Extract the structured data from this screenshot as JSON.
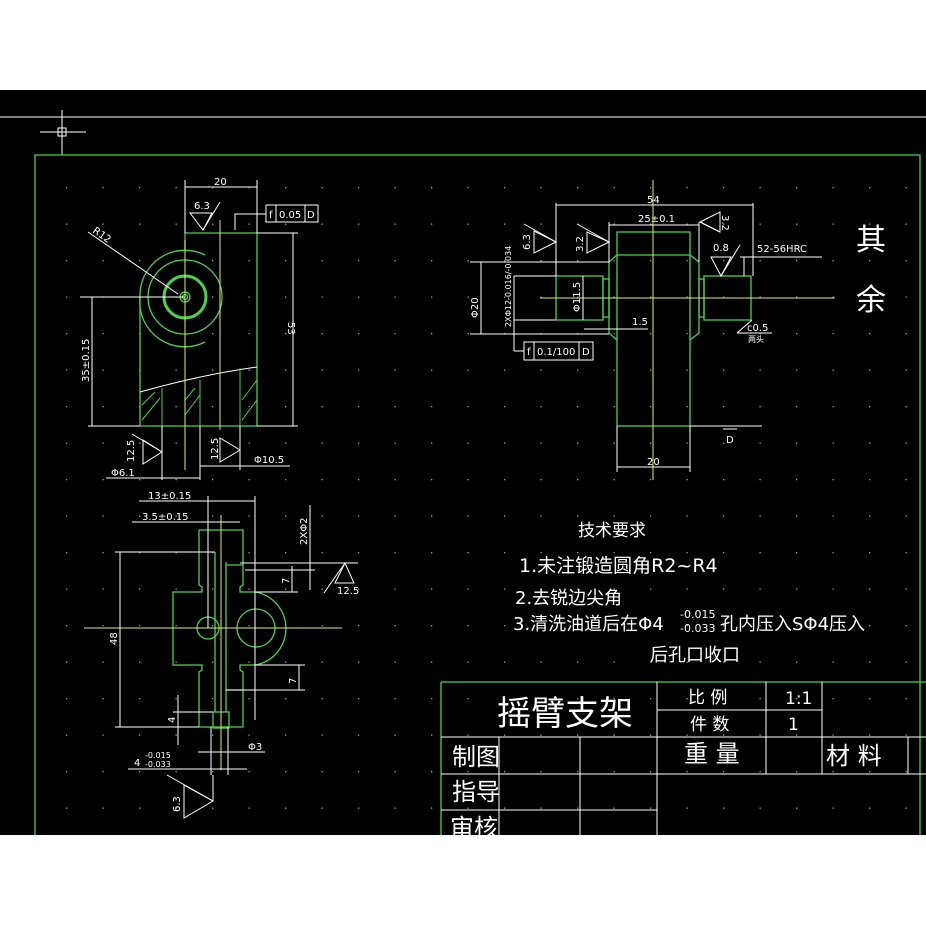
{
  "colors": {
    "background": "#000000",
    "border": "#4cd14c",
    "text": "#ffffff",
    "centerline": "#e8e86a"
  },
  "cursor_icon": "crosshair-icon",
  "view_top_left": {
    "dim_width": "20",
    "roughness_top": "6.3",
    "tolerance_frame": {
      "symbol": "f",
      "value": "0.05",
      "datum": "D"
    },
    "radius": "R12",
    "dim_height": "53",
    "dim_center_height": "35±0.15",
    "roughness_left": "12.5",
    "roughness_right": "12.5",
    "dia_small": "Φ6.1",
    "dia_large": "Φ10.5"
  },
  "view_top_right": {
    "dim_overall": "54",
    "dim_body": "25±0.1",
    "roughness_1": "6.3",
    "roughness_2": "3.2",
    "roughness_3": "3.2",
    "roughness_4": "0.8",
    "hardness": "52-56HRC",
    "dia_outer": "Φ20",
    "dia_shaft": "2XΦ12-0.016/-0.034",
    "dia_inner": "Φ11.5",
    "dim_step": "1.5",
    "chamfer": "c0.5",
    "chamfer_note": "两头",
    "tolerance_frame": {
      "symbol": "f",
      "value": "0.1/100",
      "datum": "D"
    },
    "datum_label": "D",
    "dim_bottom": "20"
  },
  "view_bottom_left": {
    "dim_1": "13±0.15",
    "dim_2": "3.5±0.15",
    "dim_holes": "2XΦ2",
    "dim_7a": "7",
    "dim_7b": "7",
    "roughness_1": "12.5",
    "dim_height": "48",
    "dim_4": "4",
    "dia_3": "Φ3",
    "dim_tol_base": "4",
    "dim_tol_upper": "-0.015",
    "dim_tol_lower": "-0.033",
    "roughness_2": "6.3"
  },
  "other_note": {
    "line1": "其",
    "line2": "余"
  },
  "tech_requirements": {
    "title": "技术要求",
    "item1": "1.未注锻造圆角R2~R4",
    "item2": "2.去锐边尖角",
    "item3_a": "3.清洗油道后在Φ4",
    "item3_upper": "-0.015",
    "item3_lower": "-0.033",
    "item3_b": "孔内压入SΦ4压入",
    "item3_c": "后孔口收口"
  },
  "title_block": {
    "part_name": "摇臂支架",
    "scale_label": "比 例",
    "scale_value": "1:1",
    "quantity_label": "件 数",
    "quantity_value": "1",
    "weight_label": "重 量",
    "material_label": "材 料",
    "drawn_by": "制图",
    "instructor": "指导",
    "reviewer": "审核"
  }
}
